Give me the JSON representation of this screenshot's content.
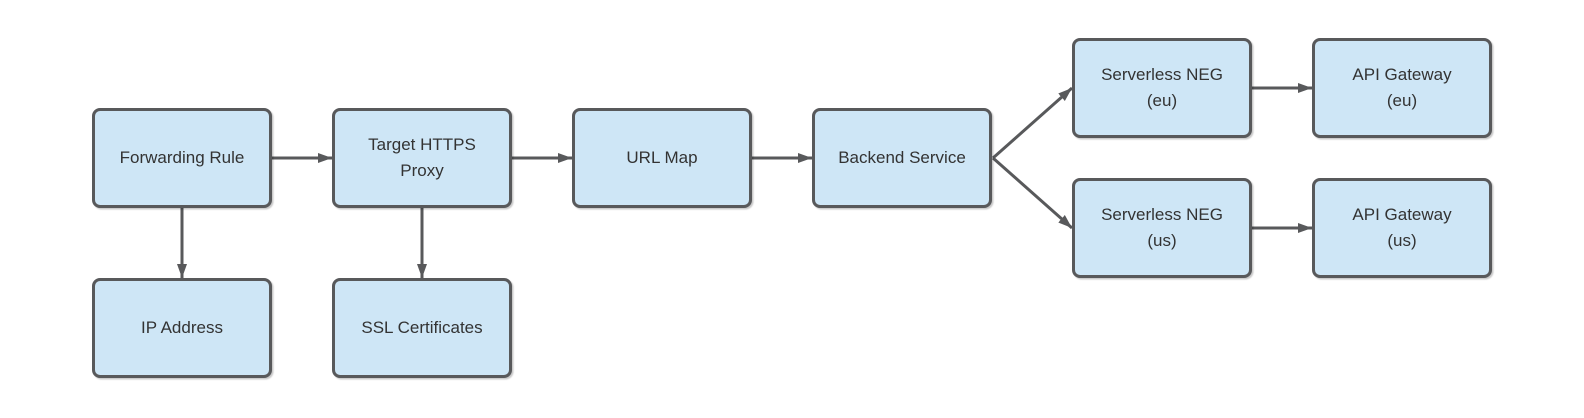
{
  "diagram": {
    "colors": {
      "node_fill": "#cee6f6",
      "node_border": "#58595b",
      "arrow_color": "#58595b",
      "text_color": "#333333",
      "canvas_bg": "#ffffff"
    },
    "nodes": {
      "forwarding_rule": {
        "label": "Forwarding Rule"
      },
      "target_https_proxy": {
        "label": "Target HTTPS\nProxy"
      },
      "url_map": {
        "label": "URL Map"
      },
      "backend_service": {
        "label": "Backend Service"
      },
      "serverless_neg_eu": {
        "label": "Serverless NEG\n(eu)"
      },
      "api_gateway_eu": {
        "label": "API Gateway\n(eu)"
      },
      "serverless_neg_us": {
        "label": "Serverless NEG\n(us)"
      },
      "api_gateway_us": {
        "label": "API Gateway\n(us)"
      },
      "ip_address": {
        "label": "IP Address"
      },
      "ssl_certificates": {
        "label": "SSL Certificates"
      }
    },
    "edges": [
      {
        "from": "forwarding_rule",
        "to": "target_https_proxy"
      },
      {
        "from": "target_https_proxy",
        "to": "url_map"
      },
      {
        "from": "url_map",
        "to": "backend_service"
      },
      {
        "from": "backend_service",
        "to": "serverless_neg_eu"
      },
      {
        "from": "backend_service",
        "to": "serverless_neg_us"
      },
      {
        "from": "serverless_neg_eu",
        "to": "api_gateway_eu"
      },
      {
        "from": "serverless_neg_us",
        "to": "api_gateway_us"
      },
      {
        "from": "forwarding_rule",
        "to": "ip_address"
      },
      {
        "from": "target_https_proxy",
        "to": "ssl_certificates"
      }
    ]
  }
}
